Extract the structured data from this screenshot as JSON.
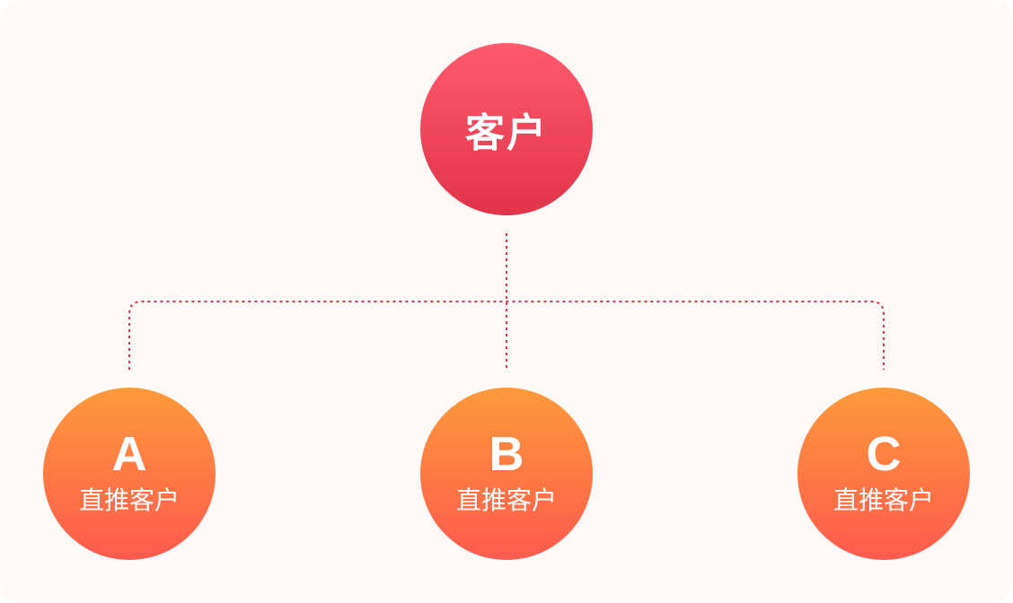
{
  "diagram": {
    "root": {
      "label": "客户"
    },
    "children": [
      {
        "letter": "A",
        "label": "直推客户"
      },
      {
        "letter": "B",
        "label": "直推客户"
      },
      {
        "letter": "C",
        "label": "直推客户"
      }
    ]
  },
  "colors": {
    "background": "#fff9f8",
    "root_gradient_top": "#ff5a6e",
    "root_gradient_bottom": "#e0344a",
    "child_gradient_top": "#fd9a3a",
    "child_gradient_bottom": "#ff5a4e",
    "connector": "#e0344a",
    "text": "#ffffff"
  }
}
